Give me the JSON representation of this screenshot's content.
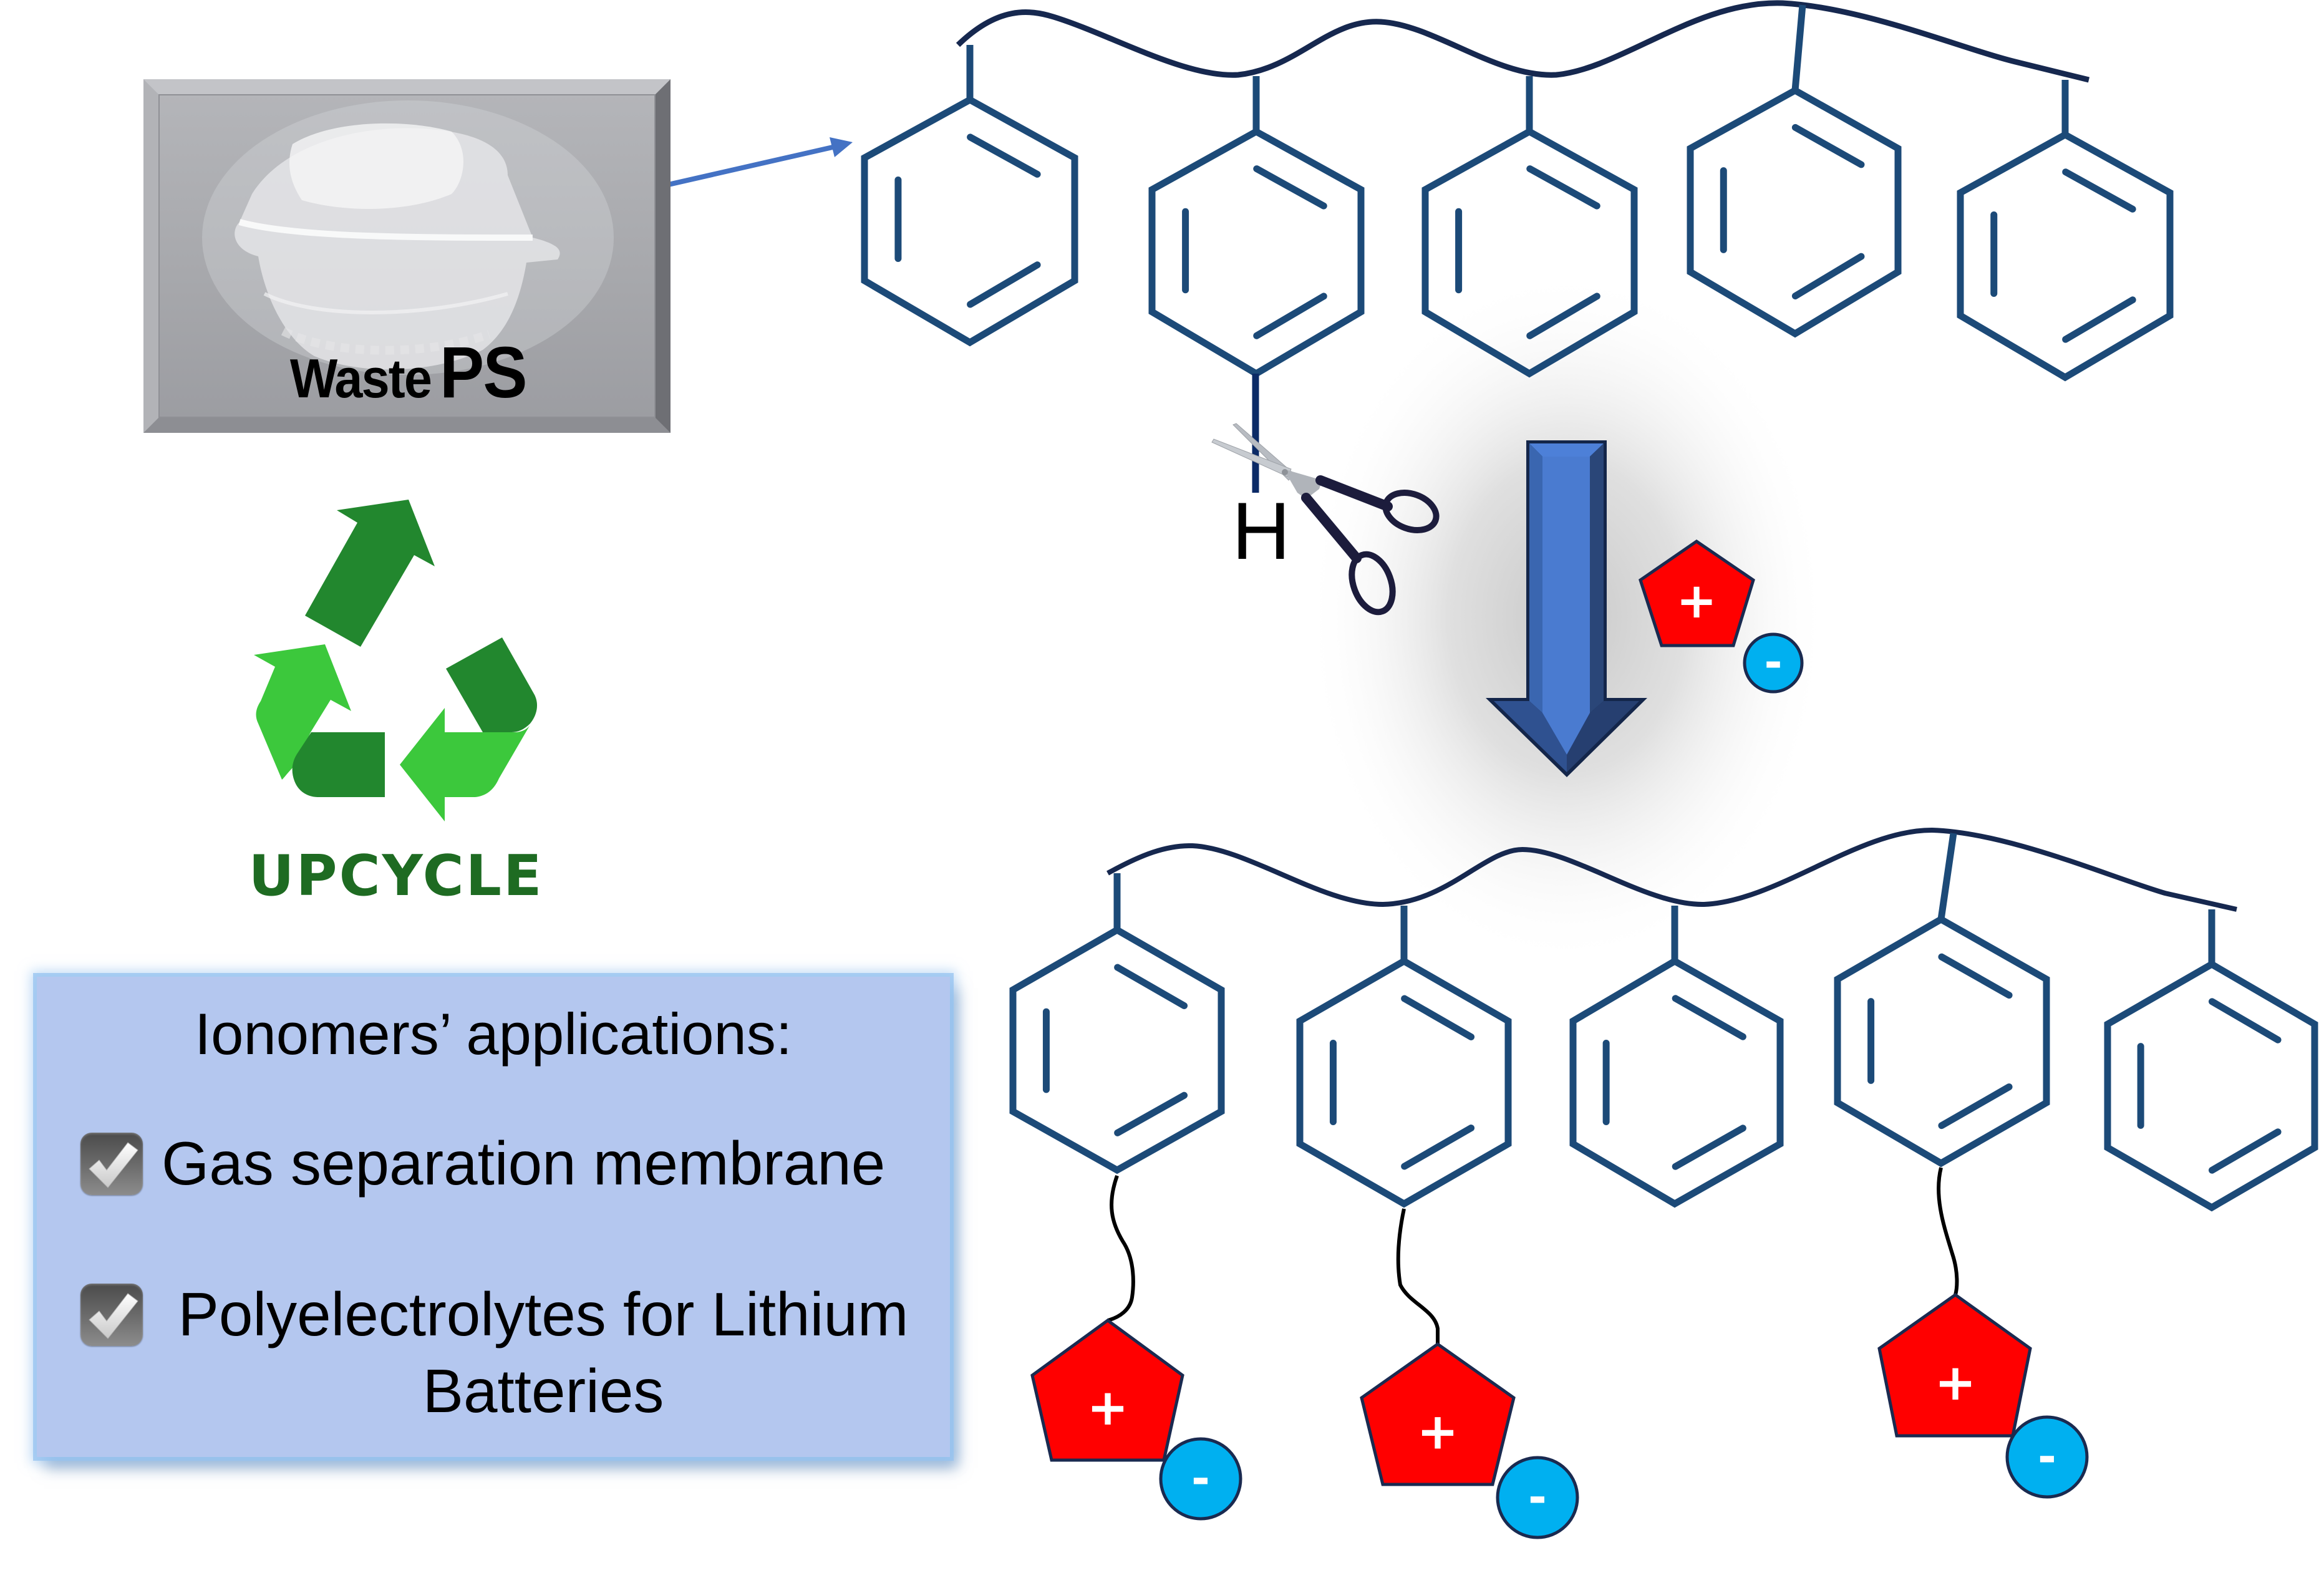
{
  "figure": {
    "type": "graphical-abstract",
    "topic": "Upcycling waste polystyrene into ionomers"
  },
  "source_material": {
    "label_prefix": "Waste",
    "label_emphasis": "PS",
    "image": "clear-plastic-clamshell-container"
  },
  "recycle": {
    "icon": "recycle-icon",
    "label": "UPCYCLE",
    "colors": {
      "dark": "#22872e",
      "light": "#3cc83c",
      "text": "#1e6b22"
    }
  },
  "applications": {
    "title": "Ionomers’ applications:",
    "items": [
      {
        "label": "Gas separation membrane",
        "checked": true,
        "icon": "checkbox-checked-icon"
      },
      {
        "label": "Polyelectrolytes for Lithium Batteries",
        "label_line1": "Polyelectrolytes for Lithium",
        "label_line2": "Batteries",
        "checked": true,
        "icon": "checkbox-checked-icon"
      }
    ],
    "box_color": "#b4c7ef"
  },
  "reaction": {
    "cleaved_atom": "H",
    "cut_icon": "scissors-icon",
    "step_arrow_icon": "down-arrow-icon",
    "reagent": {
      "cation_symbol": "+",
      "anion_symbol": "-",
      "cation_shape": "pentagon",
      "anion_shape": "circle"
    }
  },
  "polymer_before": {
    "name": "polystyrene",
    "repeat_units_shown": 5,
    "functionalized_units": [],
    "ring_color": "#1c4a78"
  },
  "polymer_after": {
    "name": "polystyrene-ionomer",
    "repeat_units_shown": 5,
    "functionalized_units": [
      1,
      2,
      4
    ],
    "cation_symbol": "+",
    "anion_symbol": "-"
  },
  "colors": {
    "ring": "#1c4a78",
    "backbone": "#16284f",
    "cation": "#ff0000",
    "anion": "#00b0f0",
    "arrow": "#4a7bd0",
    "pointer_arrow": "#4472c4"
  }
}
